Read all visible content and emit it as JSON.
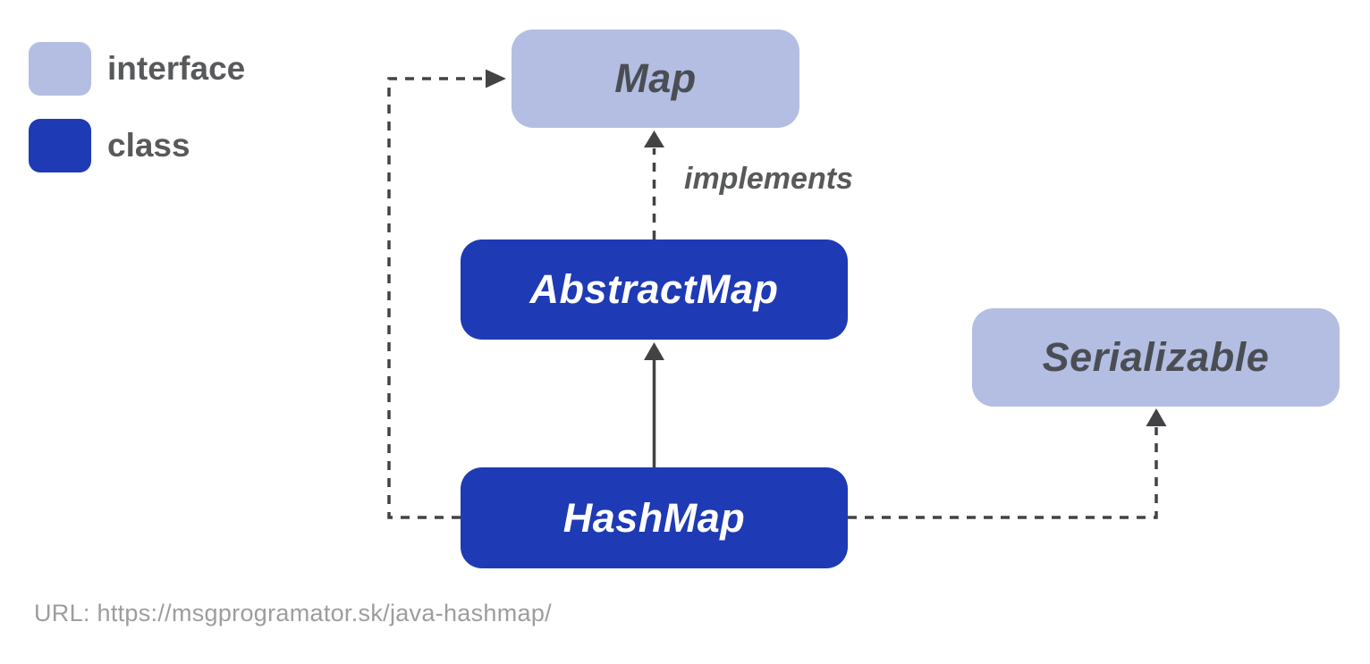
{
  "colors": {
    "background": "#ffffff",
    "interface-fill": "#b4bee2",
    "class-fill": "#1e3ab4",
    "node-text-dark": "#4a4e54",
    "node-text-light": "#ffffff",
    "label-text": "#58595b",
    "line": "#434345",
    "url-text": "#9d9d9d"
  },
  "legend": {
    "items": [
      {
        "id": "interface",
        "label": "interface",
        "color": "#b4bee2"
      },
      {
        "id": "class",
        "label": "class",
        "color": "#1e3ab4"
      }
    ]
  },
  "nodes": [
    {
      "id": "map",
      "label": "Map",
      "type": "interface"
    },
    {
      "id": "abstractmap",
      "label": "AbstractMap",
      "type": "class"
    },
    {
      "id": "serializable",
      "label": "Serializable",
      "type": "interface"
    },
    {
      "id": "hashmap",
      "label": "HashMap",
      "type": "class"
    }
  ],
  "edges": [
    {
      "from": "HashMap",
      "to": "Map",
      "style": "dashed",
      "label": ""
    },
    {
      "from": "AbstractMap",
      "to": "Map",
      "style": "dashed",
      "label": "implements"
    },
    {
      "from": "HashMap",
      "to": "AbstractMap",
      "style": "solid",
      "label": ""
    },
    {
      "from": "HashMap",
      "to": "Serializable",
      "style": "dashed",
      "label": ""
    }
  ],
  "footer": {
    "url": "URL: https://msgprogramator.sk/java-hashmap/"
  }
}
